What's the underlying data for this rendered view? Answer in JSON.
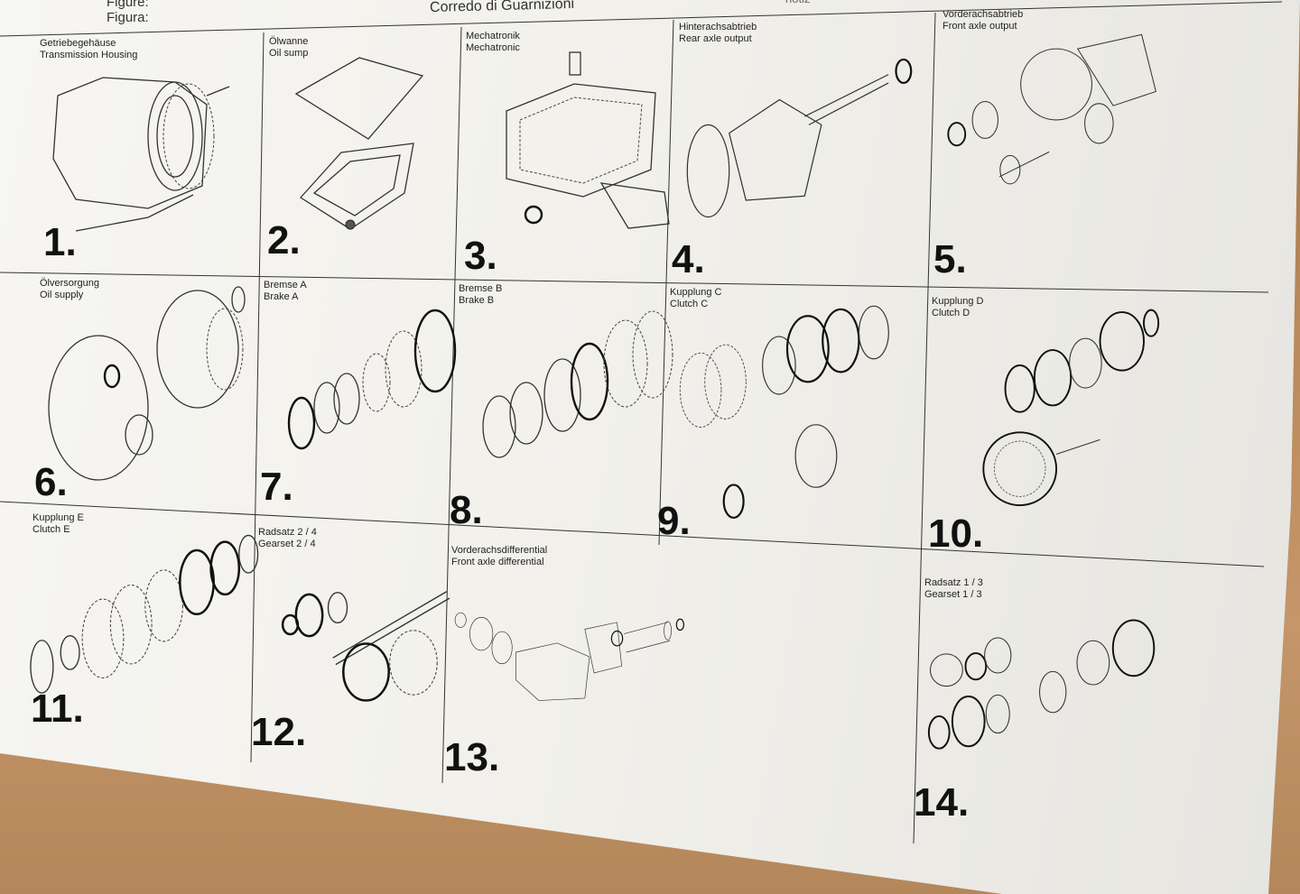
{
  "header": {
    "figure_label_en": "Figure:",
    "figure_label_it": "Figura:",
    "title_it": "Corredo di Guarnizioni",
    "partial_right": "notiz"
  },
  "figures": [
    {
      "number": "1.",
      "label_de": "Getriebegehäuse",
      "label_en": "Transmission Housing"
    },
    {
      "number": "2.",
      "label_de": "Ölwanne",
      "label_en": "Oil sump"
    },
    {
      "number": "3.",
      "label_de": "Mechatronik",
      "label_en": "Mechatronic"
    },
    {
      "number": "4.",
      "label_de": "Hinterachsabtrieb",
      "label_en": "Rear axle output"
    },
    {
      "number": "5.",
      "label_de": "Vorderachsabtrieb",
      "label_en": "Front axle output"
    },
    {
      "number": "6.",
      "label_de": "Ölversorgung",
      "label_en": "Oil supply"
    },
    {
      "number": "7.",
      "label_de": "Bremse A",
      "label_en": "Brake A"
    },
    {
      "number": "8.",
      "label_de": "Bremse B",
      "label_en": "Brake B"
    },
    {
      "number": "9.",
      "label_de": "Kupplung C",
      "label_en": "Clutch C"
    },
    {
      "number": "10.",
      "label_de": "Kupplung D",
      "label_en": "Clutch D"
    },
    {
      "number": "11.",
      "label_de": "Kupplung E",
      "label_en": "Clutch E"
    },
    {
      "number": "12.",
      "label_de": "Radsatz 2 / 4",
      "label_en": "Gearset 2 / 4"
    },
    {
      "number": "13.",
      "label_de": "Vorderachsdifferential",
      "label_en": "Front axle differential"
    },
    {
      "number": "14.",
      "label_de": "Radsatz 1 / 3",
      "label_en": "Gearset 1 / 3"
    }
  ],
  "colors": {
    "paper": "#f2f1ec",
    "cardboard": "#b98a5c",
    "ink": "#111111"
  }
}
